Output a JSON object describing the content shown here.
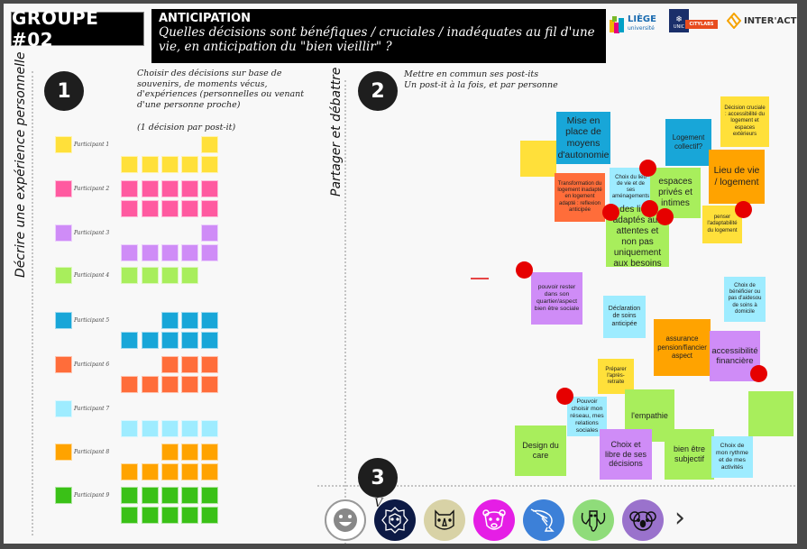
{
  "header": {
    "group_label": "GROUPE #02",
    "title": "ANTICIPATION",
    "question": "Quelles décisions sont bénéfiques / cruciales / inadéquates au fil d'une vie, en anticipation du \"bien vieillir\" ?"
  },
  "logos": [
    {
      "name": "liege-universite",
      "text": "LIÈGE",
      "sub": "université"
    },
    {
      "name": "unic-citylabs",
      "text": "UNIC",
      "sub": "CITYLABS"
    },
    {
      "name": "interact",
      "text": "INTER'ACT"
    }
  ],
  "step1": {
    "number": "1",
    "side_label": "Décrire une expérience personnelle",
    "instructions": "Choisir des décisions sur base de souvenirs, de moments vécus, d'expériences (personnelles ou venant d'une personne proche)",
    "note": "(1 décision par post-it)",
    "participants": [
      {
        "label": "Participant 1",
        "color": "#ffe03a",
        "row1": 1,
        "row2": 5
      },
      {
        "label": "Participant 2",
        "color": "#ff5aa0",
        "row1": 5,
        "row2": 5
      },
      {
        "label": "Participant 3",
        "color": "#cf8cf7",
        "row1": 1,
        "row2": 5
      },
      {
        "label": "Participant 4",
        "color": "#a8ee5c",
        "row1": 4,
        "row2": 0
      },
      {
        "label": "Participant 5",
        "color": "#18a6d8",
        "row1": 3,
        "row2": 5
      },
      {
        "label": "Participant 6",
        "color": "#ff6d3a",
        "row1": 3,
        "row2": 5
      },
      {
        "label": "Participant 7",
        "color": "#9eecff",
        "row1": 0,
        "row2": 5
      },
      {
        "label": "Participant 8",
        "color": "#ffa300",
        "row1": 3,
        "row2": 5
      },
      {
        "label": "Participant 9",
        "color": "#3ac117",
        "row1": 5,
        "row2": 5
      }
    ]
  },
  "step2": {
    "number": "2",
    "side_label": "Partager et débattre",
    "instructions_line1": "Mettre en commun ses post-its",
    "instructions_line2": "Un post-it à la fois, et par personne",
    "notes": [
      {
        "text": "",
        "color": "#ffe03a"
      },
      {
        "text": "Mise en place de moyens d'autonomie",
        "color": "#18a6d8"
      },
      {
        "text": "Logement collectif?",
        "color": "#18a6d8"
      },
      {
        "text": "Décision cruciale : accessibilité du logement et espaces extérieurs",
        "color": "#ffe03a"
      },
      {
        "text": "Lieu de vie / logement",
        "color": "#ffa300"
      },
      {
        "text": "Transformation du logement inadapté en logement adapté : reflexion anticipée",
        "color": "#ff6d3a"
      },
      {
        "text": "Choix du lieu de vie et de ses aménagements",
        "color": "#9eecff"
      },
      {
        "text": "espaces privés et intimes",
        "color": "#a8ee5c"
      },
      {
        "text": "penser l'adaptabilité du logement",
        "color": "#ffe03a"
      },
      {
        "text": "des lieux adaptés aux attentes et non pas uniquement aux besoins",
        "color": "#a8ee5c"
      },
      {
        "text": "pouvoir rester dans son quartier/aspect bien être sociale",
        "color": "#cf8cf7"
      },
      {
        "text": "Déclaration de soins anticipée",
        "color": "#9eecff"
      },
      {
        "text": "Choix de bénéficier ou pas d'aidesou de soins à domicile",
        "color": "#9eecff"
      },
      {
        "text": "assurance pension/fiancier aspect",
        "color": "#ffa300"
      },
      {
        "text": "accessibilité financière",
        "color": "#cf8cf7"
      },
      {
        "text": "Préparer l'après-retraite",
        "color": "#ffe03a"
      },
      {
        "text": "Pouvoir choisir mon réseau, mes relations sociales",
        "color": "#9eecff"
      },
      {
        "text": "l'empathie",
        "color": "#a8ee5c"
      },
      {
        "text": "",
        "color": "#a8ee5c"
      },
      {
        "text": "Design du care",
        "color": "#a8ee5c"
      },
      {
        "text": "Choix et libre de ses décisions",
        "color": "#cf8cf7"
      },
      {
        "text": "bien être subjectif",
        "color": "#a8ee5c"
      },
      {
        "text": "Choix de mon rythme et de mes activités",
        "color": "#9eecff"
      }
    ]
  },
  "step3": {
    "number": "3",
    "partial_label": "V"
  },
  "avatars": [
    {
      "name": "smiley",
      "color": "#ffffff"
    },
    {
      "name": "lion",
      "color": "#0d1a45"
    },
    {
      "name": "rhino",
      "color": "#d8d2a6"
    },
    {
      "name": "bear",
      "color": "#e51ee5"
    },
    {
      "name": "shrimp",
      "color": "#3c80d8"
    },
    {
      "name": "elephant",
      "color": "#8fdc7a"
    },
    {
      "name": "koala",
      "color": "#9a72cc"
    }
  ],
  "avatar_next": "›"
}
